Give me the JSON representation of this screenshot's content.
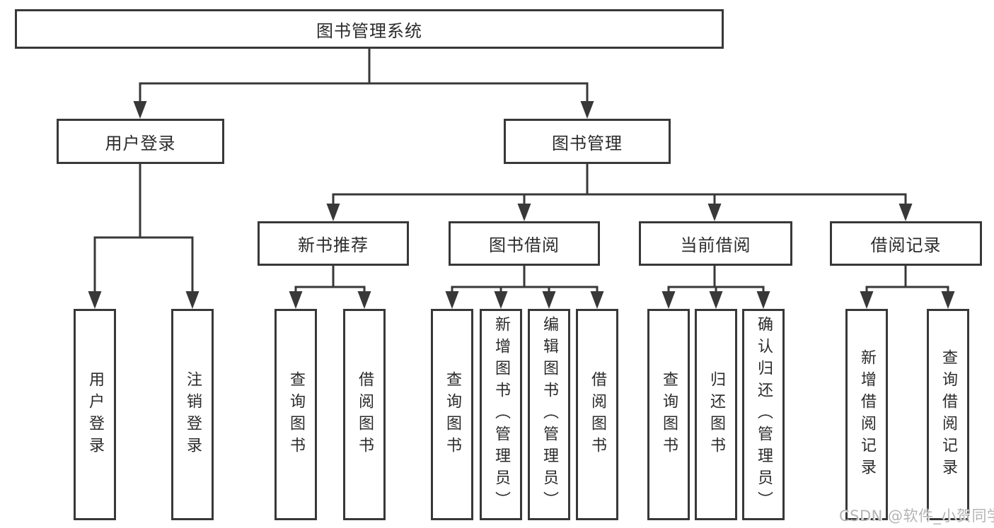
{
  "colors": {
    "background": "#ffffff",
    "line": "#383838",
    "node_border": "#383838",
    "node_text": "#2b2b2b",
    "watermark_text": "#b4b4b4"
  },
  "watermark": {
    "text": "CSDN @软件_小贺同学"
  },
  "tree": {
    "root": {
      "label": "图书管理系统"
    },
    "level1": [
      {
        "label": "用户登录",
        "children": [
          {
            "label": "用户登录"
          },
          {
            "label": "注销登录"
          }
        ]
      },
      {
        "label": "图书管理",
        "children": [
          {
            "label": "新书推荐",
            "children": [
              {
                "label": "查询图书"
              },
              {
                "label": "借阅图书"
              }
            ]
          },
          {
            "label": "图书借阅",
            "children": [
              {
                "label": "查询图书"
              },
              {
                "label": "新增图书（管理员）"
              },
              {
                "label": "编辑图书（管理员）"
              },
              {
                "label": "借阅图书"
              }
            ]
          },
          {
            "label": "当前借阅",
            "children": [
              {
                "label": "查询图书"
              },
              {
                "label": "归还图书"
              },
              {
                "label": "确认归还（管理员）"
              }
            ]
          },
          {
            "label": "借阅记录",
            "children": [
              {
                "label": "新增借阅记录"
              },
              {
                "label": "查询借阅记录"
              }
            ]
          }
        ]
      }
    ]
  }
}
